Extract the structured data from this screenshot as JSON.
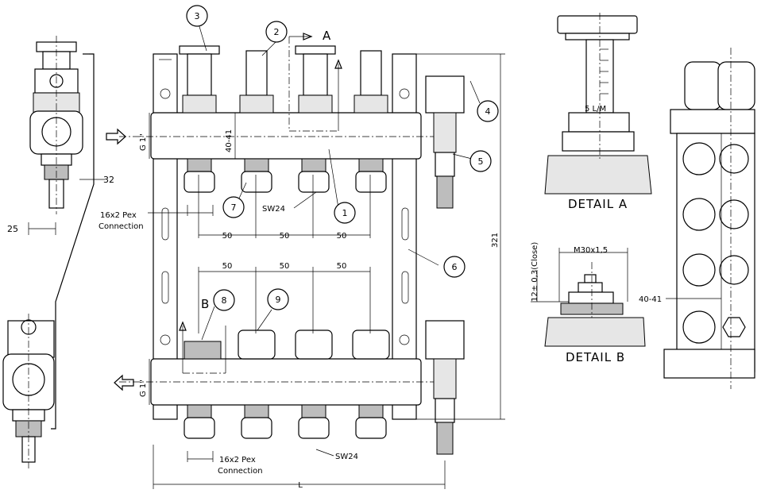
{
  "callouts": [
    "1",
    "2",
    "3",
    "4",
    "5",
    "6",
    "7",
    "8",
    "9"
  ],
  "labels": {
    "section_a": "A",
    "section_b": "B",
    "g1_inlet": "G 1\"",
    "g1_outlet": "G 1\"",
    "dim_40_41_body": "40-41",
    "dim_40_41_side": "40-41",
    "sw24_top": "SW24",
    "sw24_bottom": "SW24",
    "dim_50": "50",
    "dim_321": "321",
    "dim_L": "L",
    "dim_32": "32",
    "dim_25": "25",
    "pex_top_line1": "16x2 Pex",
    "pex_top_line2": "Connection",
    "pex_bottom_line1": "16x2 Pex",
    "pex_bottom_line2": "Connection",
    "flow_scale": "5 L/M",
    "thread": "M30x1,5",
    "dim_close": "12± 0,3(Close)",
    "detail_a": "DETAIL  A",
    "detail_b": "DETAIL  B"
  }
}
